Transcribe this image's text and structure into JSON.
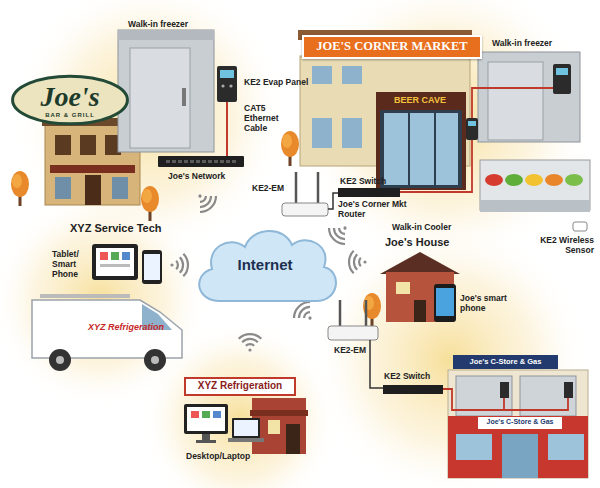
{
  "diagram": {
    "nodes": [
      {
        "text": [
          "Joe's",
          "BAR & GRILL"
        ]
      },
      {
        "text": [
          "JOE'S CORNER MARKET"
        ]
      },
      {
        "text": [
          "BEER CAVE"
        ]
      },
      {
        "text": [
          "Internet"
        ]
      },
      {
        "text": [
          "Joe's C-Store & Gas"
        ]
      },
      {
        "text": [
          "XYZ Refrigeration"
        ]
      }
    ],
    "labels": [
      "Walk-in freezer",
      "KE2 Evap Panel",
      "CAT5 Ethernet Cable",
      "Joe's Network",
      "Walk-in freezer",
      "KE2-EM",
      "KE2 Switch",
      "Joe's Corner Mkt Router",
      "Walk-in Cooler",
      "KE2 Wireless Sensor",
      "XYZ Service Tech",
      "Tablet/ Smart Phone",
      "XYZ Refrigeration",
      "Joe's House",
      "Joe's smart phone",
      "KE2-EM",
      "KE2 Switch",
      "Joe's C-Store & Gas",
      "Desktop/Laptop"
    ]
  }
}
